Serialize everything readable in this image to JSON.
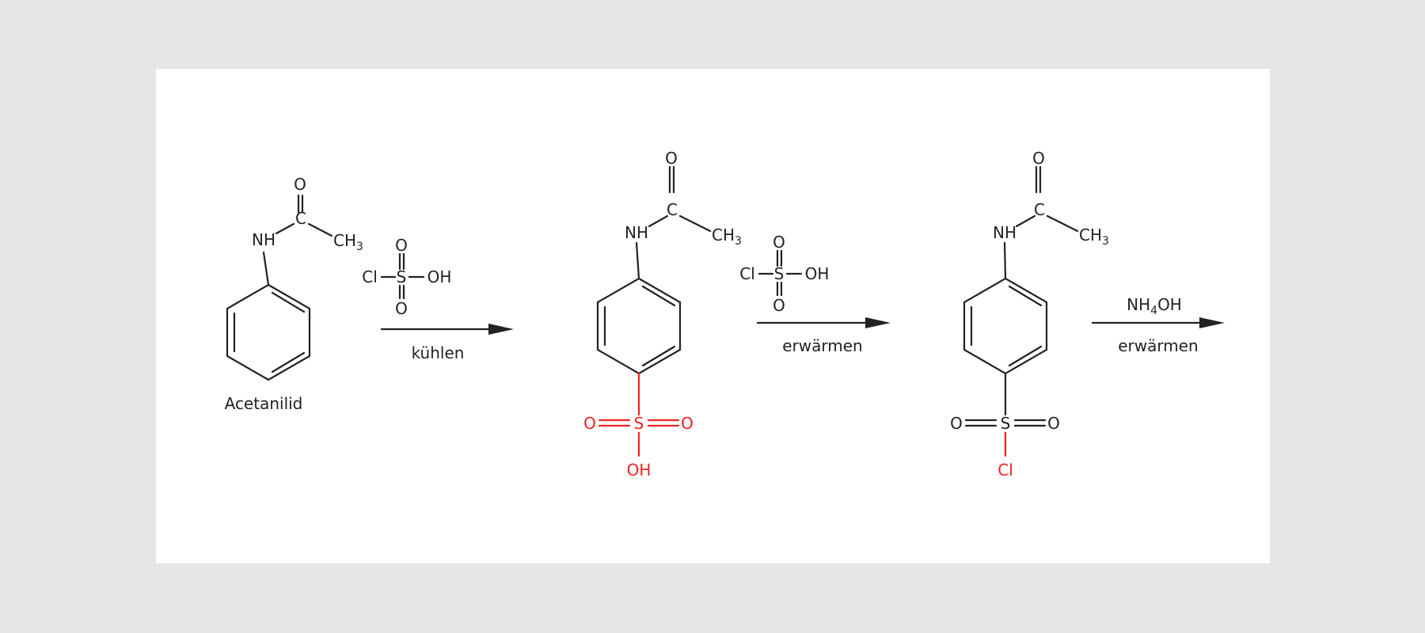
{
  "reagents": {
    "reagent1": {
      "cl": "Cl",
      "s": "S",
      "o_top": "O",
      "o_bottom": "O",
      "oh": "OH",
      "condition": "kühlen"
    },
    "reagent2": {
      "cl": "Cl",
      "s": "S",
      "o_top": "O",
      "o_bottom": "O",
      "oh": "OH",
      "condition": "erwärmen"
    },
    "reagent3": {
      "nh": "NH",
      "sub": "4",
      "oh": "OH",
      "condition": "erwärmen"
    }
  },
  "molecules": {
    "acetanilid": {
      "name": "Acetanilid",
      "o": "O",
      "c": "C",
      "nh": "NH",
      "ch": "CH",
      "ch_sub": "3"
    },
    "sulfonic_acid": {
      "o": "O",
      "c": "C",
      "nh": "NH",
      "ch": "CH",
      "ch_sub": "3",
      "s": "S",
      "o_left": "O",
      "o_right": "O",
      "oh": "OH"
    },
    "sulfonyl_chloride": {
      "o": "O",
      "c": "C",
      "nh": "NH",
      "ch": "CH",
      "ch_sub": "3",
      "s": "S",
      "o_left": "O",
      "o_right": "O",
      "cl": "Cl"
    }
  },
  "colors": {
    "bond": "#222222",
    "highlight": "#ee2222",
    "page_background": "#e6e6e6",
    "panel_background": "#ffffff"
  }
}
